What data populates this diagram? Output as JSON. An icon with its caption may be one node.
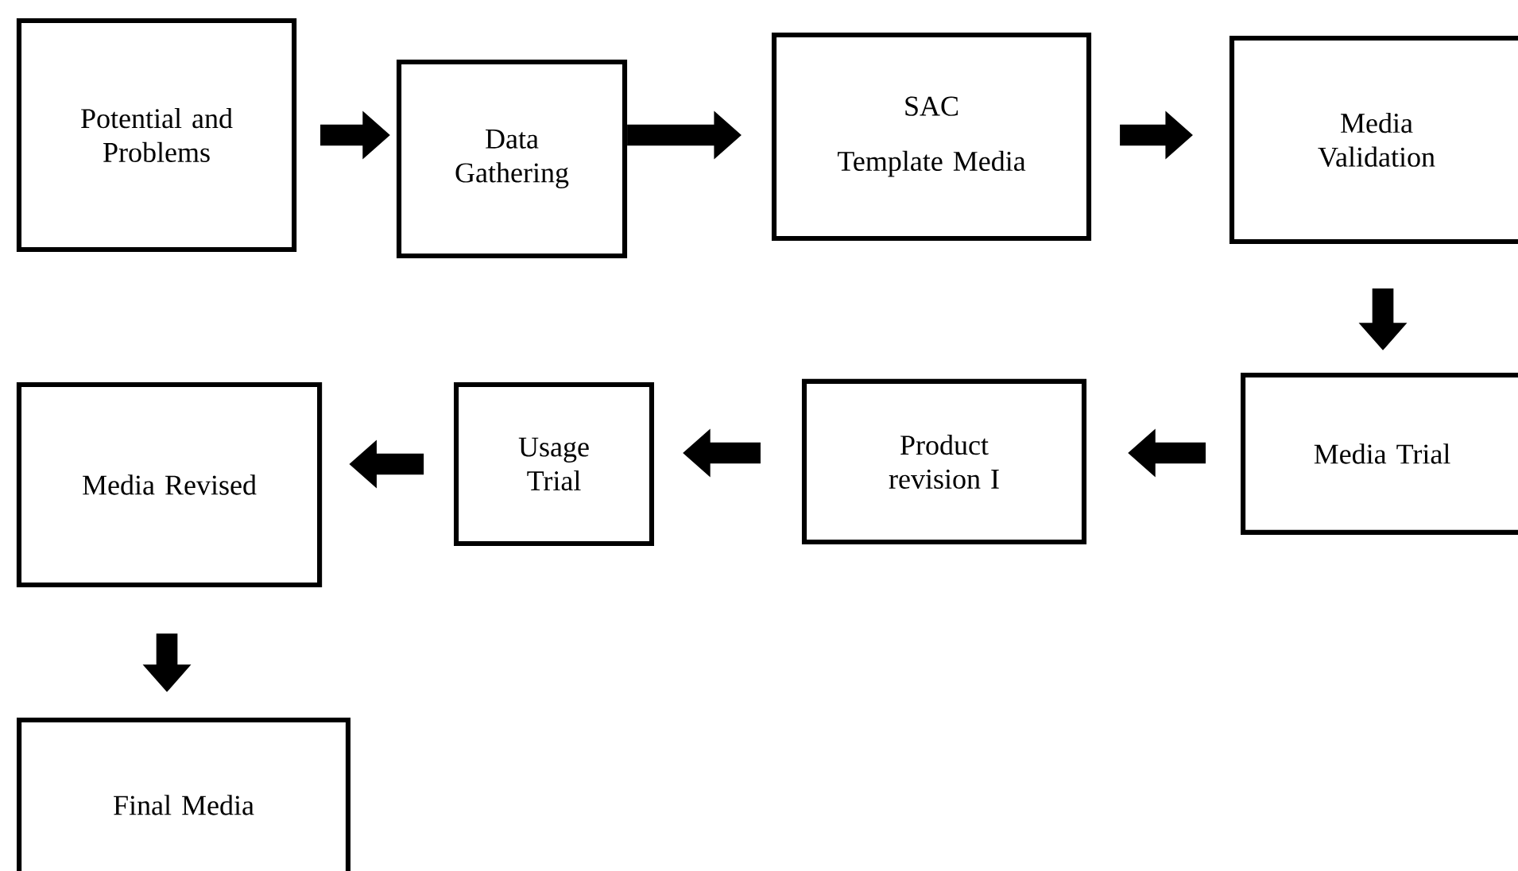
{
  "diagram": {
    "nodes": [
      {
        "text": [
          "Potential and Problems"
        ]
      },
      {
        "text": [
          "Data Gathering"
        ]
      },
      {
        "text": [
          "SAC",
          "Template Media"
        ]
      },
      {
        "text": [
          "Media Validation"
        ]
      },
      {
        "text": [
          "Media Trial"
        ]
      },
      {
        "text": [
          "Product revision I"
        ]
      },
      {
        "text": [
          "Usage Trial"
        ]
      },
      {
        "text": [
          "Media Revised"
        ]
      },
      {
        "text": [
          "Final Media"
        ]
      }
    ],
    "edges": [
      {
        "from": 0,
        "to": 1,
        "arrow": "to"
      },
      {
        "from": 1,
        "to": 2,
        "arrow": "to"
      },
      {
        "from": 2,
        "to": 3,
        "arrow": "to"
      },
      {
        "from": 3,
        "to": 4,
        "arrow": "to"
      },
      {
        "from": 4,
        "to": 5,
        "arrow": "to"
      },
      {
        "from": 5,
        "to": 6,
        "arrow": "to"
      },
      {
        "from": 6,
        "to": 7,
        "arrow": "to"
      },
      {
        "from": 7,
        "to": 8,
        "arrow": "to"
      }
    ]
  }
}
